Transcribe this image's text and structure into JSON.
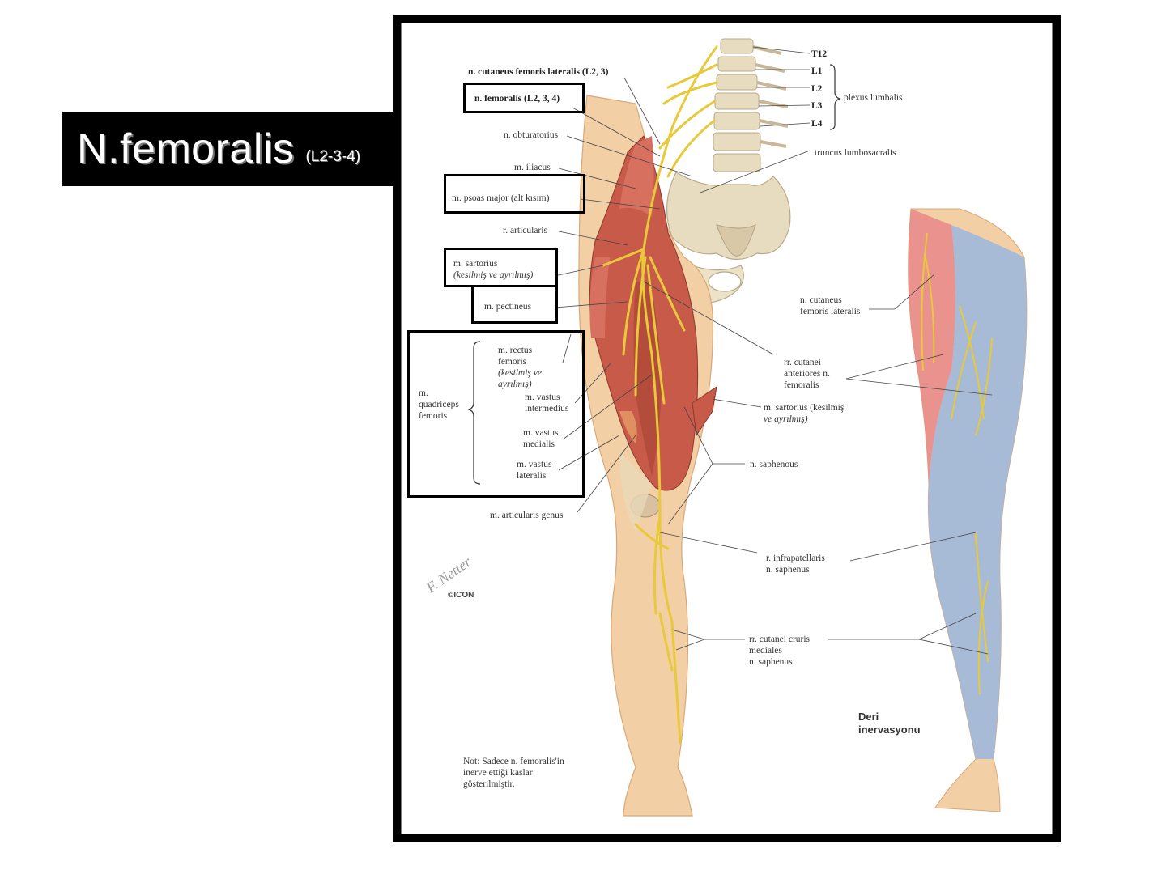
{
  "title": {
    "main": "N.femoralis",
    "sub": "(L2-3-4)"
  },
  "labels": {
    "cut_fem_lat_top": "n.  cutaneus femoris lateralis (L2, 3)",
    "femoralis": "n. femoralis (L2, 3, 4)",
    "obturatorius": "n. obturatorius",
    "iliacus": "m. iliacus",
    "psoas": "m. psoas major (alt kısım)",
    "articularis": "r. articularis",
    "sartorius_1": "m. sartorius",
    "sartorius_2": "(kesilmiş ve ayrılmış)",
    "pectineus": "m. pectineus",
    "rectus_1": "m. rectus",
    "rectus_2": "femoris",
    "rectus_3": "(kesilmiş ve",
    "rectus_4": "ayrılmış)",
    "quad_1": "m.",
    "quad_2": "quadriceps",
    "quad_3": "femoris",
    "vint_1": "m. vastus",
    "vint_2": "intermedius",
    "vmed_1": "m. vastus",
    "vmed_2": "medialis",
    "vlat_1": "m. vastus",
    "vlat_2": "lateralis",
    "art_genus": "m. articularis genus",
    "t12": "T12",
    "l1": "L1",
    "l2": "L2",
    "l3": "L3",
    "l4": "L4",
    "plexus": "plexus lumbalis",
    "truncus": "truncus lumbosacralis",
    "cut_fem_lat_1": "n. cutaneus",
    "cut_fem_lat_2": "femoris lateralis",
    "rr_cut_ant_1": "rr. cutanei",
    "rr_cut_ant_2": "anteriores n.",
    "rr_cut_ant_3": "femoralis",
    "sart_right_1": "m. sartorius (kesilmiş",
    "sart_right_2": "ve ayrılmış)",
    "saphenous": "n. saphenous",
    "infrapat_1": "r. infrapatellaris",
    "infrapat_2": "n. saphenus",
    "cruris_1": "rr. cutanei cruris",
    "cruris_2": "mediales",
    "cruris_3": "n. saphenus",
    "deri_1": "Deri",
    "deri_2": "inervasyonu",
    "note_1": "Not: Sadece n. femoralis'in",
    "note_2": "inerve ettiği kaslar",
    "note_3": "gösterilmiştir."
  },
  "signature": "F. Netter",
  "logo": "©ICON",
  "colors": {
    "muscle": "#c85a4a",
    "nerve": "#e8c93a",
    "skin": "#f3cfa6",
    "bone": "#e8dcc0",
    "skin_lateral": "#e98b8b",
    "skin_femoral": "#9fb8dd"
  }
}
